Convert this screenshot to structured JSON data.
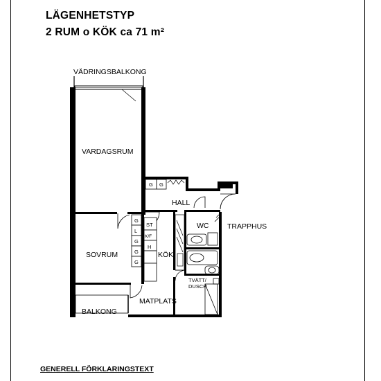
{
  "header": {
    "line1": "LÄGENHETSTYP",
    "line2": "2 RUM o KÖK ca 71 m²"
  },
  "rooms": {
    "vadringsbalkong": "VÄDRINGSBALKONG",
    "vardagsrum": "VARDAGSRUM",
    "hall": "HALL",
    "wc": "WC",
    "trapphus": "TRAPPHUS",
    "sovrum": "SOVRUM",
    "kok": "KÖK",
    "tvatt_line1": "TVÄTT/",
    "tvatt_line2": "DUSCH",
    "matplats": "MATPLATS",
    "balkong": "BALKONG"
  },
  "fixtures": {
    "g": "G",
    "st": "ST",
    "kf": "K/F",
    "h": "H",
    "l": "L"
  },
  "footer": {
    "text": "GENERELL FÖRKLARINGSTEXT"
  }
}
